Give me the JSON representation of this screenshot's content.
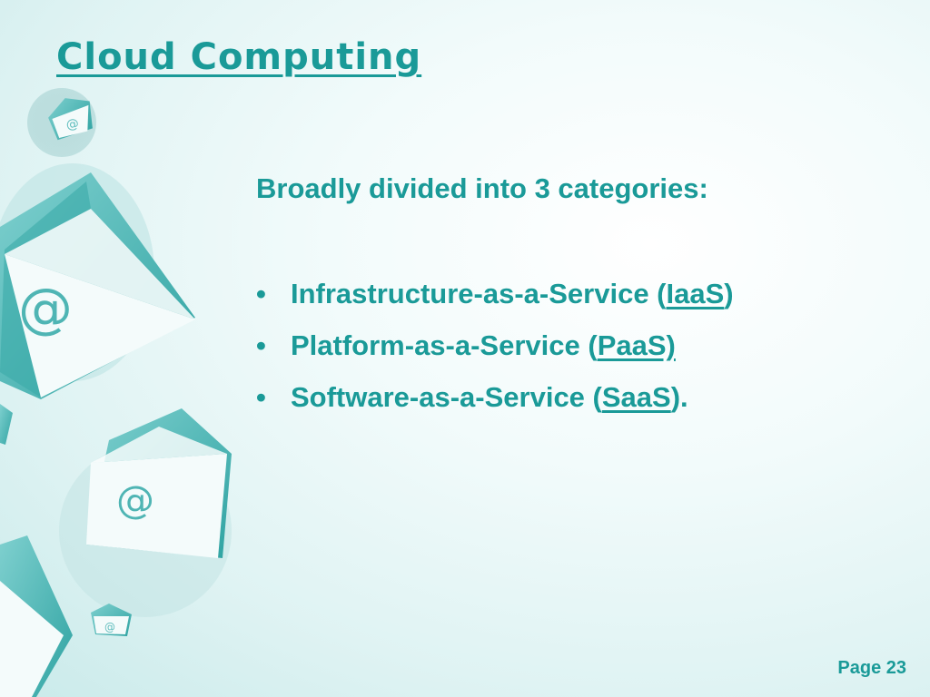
{
  "slide": {
    "title": "Cloud Computing",
    "intro": "Broadly divided into 3 categories:",
    "items": [
      {
        "bullet": "•",
        "prefix": "Infrastructure-as-a-Service (",
        "link": "IaaS",
        "suffix": ")"
      },
      {
        "bullet": "•",
        "prefix": "Platform-as-a-Service (",
        "link": "PaaS)",
        "suffix": ""
      },
      {
        "bullet": "•",
        "prefix": "Software-as-a-Service (",
        "link": "SaaS",
        "suffix": ")."
      }
    ],
    "page_label": "Page 23"
  },
  "decoration": {
    "icons": [
      "envelope-icon",
      "at-sign-icon"
    ],
    "at_symbol": "@"
  },
  "colors": {
    "accent": "#1a9a98",
    "envelope_dark": "#5fbdbd",
    "envelope_light": "#f4fbfb"
  }
}
